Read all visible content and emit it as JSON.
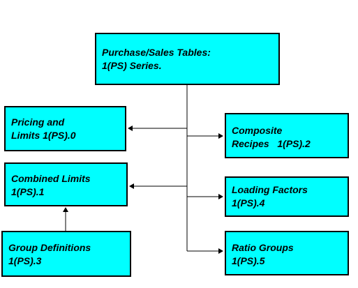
{
  "colors": {
    "box_fill": "#00ffff",
    "border": "#000000",
    "connector": "#000000"
  },
  "boxes": {
    "root": {
      "line1": "Purchase/Sales Tables:",
      "line2": "1(PS) Series."
    },
    "pricing": {
      "line1": "Pricing and",
      "line2": "Limits 1(PS).0"
    },
    "composite": {
      "line1": "Composite",
      "line2": "Recipes   1(PS).2"
    },
    "combined": {
      "line1": "Combined Limits",
      "line2": "1(PS).1"
    },
    "loading": {
      "line1": "Loading Factors",
      "line2": "1(PS).4"
    },
    "group": {
      "line1": "Group Definitions",
      "line2": "1(PS).3"
    },
    "ratio": {
      "line1": "Ratio Groups",
      "line2": "1(PS).5"
    }
  }
}
